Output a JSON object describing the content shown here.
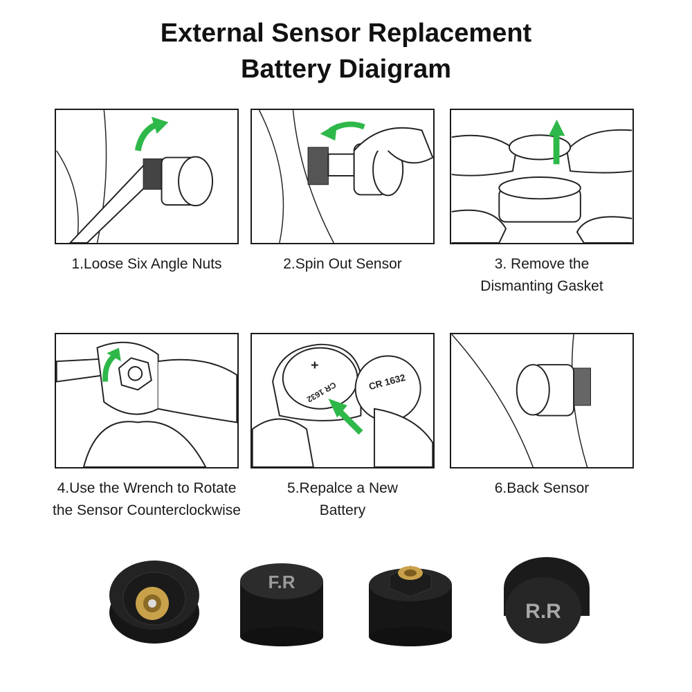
{
  "title": {
    "line1": "External Sensor Replacement",
    "line2": "Battery Diaigram"
  },
  "steps": [
    {
      "lines": [
        "1.Loose Six Angle Nuts"
      ]
    },
    {
      "lines": [
        "2.Spin Out Sensor"
      ]
    },
    {
      "lines": [
        "3. Remove the",
        "Dismanting Gasket"
      ]
    },
    {
      "lines": [
        "4.Use the Wrench to Rotate",
        "the Sensor Counterclockwise"
      ]
    },
    {
      "lines": [
        "5.Repalce a New",
        "Battery"
      ]
    },
    {
      "lines": [
        "6.Back Sensor"
      ]
    }
  ],
  "battery": {
    "label": "CR 1632",
    "plus": "+",
    "rotated_label": "CR 1632"
  },
  "products": [
    {
      "label": ""
    },
    {
      "label": "F.R"
    },
    {
      "label": ""
    },
    {
      "label": "R.R"
    }
  ],
  "colors": {
    "arrow": "#2fb84a",
    "line": "#1a1a1a",
    "sensor": "#1c1c1c",
    "brass": "#c9a14a"
  }
}
